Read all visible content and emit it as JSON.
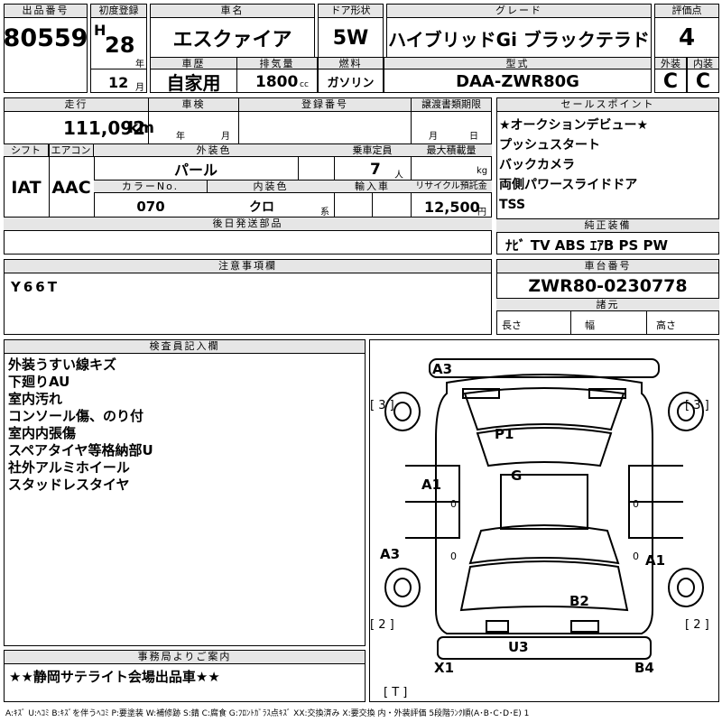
{
  "header": {
    "lot_label": "出品番号",
    "lot": "80559",
    "first_reg_label": "初度登録",
    "era": "H",
    "year": "28",
    "year_unit": "年",
    "month": "12",
    "month_unit": "月",
    "car_name_label": "車名",
    "car_name": "エスクァイア",
    "door_label": "ドア形状",
    "door": "5W",
    "grade_label": "グレード",
    "grade": "ハイブリッドGi ブラックテラド",
    "score_label": "評価点",
    "score": "4",
    "history_label": "車歴",
    "history": "自家用",
    "disp_label": "排気量",
    "disp": "1800",
    "disp_unit": "cc",
    "fuel_label": "燃料",
    "fuel": "ガソリン",
    "model_label": "型式",
    "model": "DAA-ZWR80G",
    "ext_label": "外装",
    "ext": "C",
    "int_label": "内装",
    "int": "C"
  },
  "row2": {
    "mileage_label": "走行",
    "mileage": "111,092",
    "mileage_unit": "km",
    "inspection_label": "車検",
    "insp_y": "年",
    "insp_m": "月",
    "reg_label": "登録番号",
    "doc_label": "譲渡書類期限",
    "doc_m": "月",
    "doc_d": "日",
    "shift_label": "シフト",
    "shift": "IAT",
    "ac_label": "エアコン",
    "ac": "AAC",
    "color_label": "外装色",
    "color": "パール",
    "capacity_label": "乗車定員",
    "capacity": "7",
    "capacity_unit": "人",
    "load_label": "最大積載量",
    "load_unit": "kg",
    "colorno_label": "カラーNo.",
    "colorno": "070",
    "intcolor_label": "内装色",
    "intcolor": "クロ",
    "intcolor_unit": "系",
    "import_label": "輸入車",
    "recycle_label": "リサイクル預託金",
    "recycle": "12,500",
    "recycle_unit": "円",
    "later_label": "後日発送部品"
  },
  "sales": {
    "label": "セールスポイント",
    "items": [
      "★オークションデビュー★",
      "プッシュスタート",
      "バックカメラ",
      "両側パワースライドドア",
      "TSS"
    ]
  },
  "equip": {
    "label": "純正装備",
    "value": "ﾅﾋﾞ TV ABS ｴｱB PS PW"
  },
  "notes": {
    "label": "注意事項欄",
    "value": "Y66T"
  },
  "chassis": {
    "label": "車台番号",
    "value": "ZWR80-0230778",
    "spec_label": "諸元",
    "len": "長さ",
    "wid": "幅",
    "hei": "高さ"
  },
  "inspector": {
    "label": "検査員記入欄",
    "items": [
      "外装うすい線キズ",
      "下廻りAU",
      "室内汚れ",
      "コンソール傷、のり付",
      "室内内張傷",
      "スペアタイヤ等格納部U",
      "社外アルミホイール",
      "スタッドレスタイヤ"
    ]
  },
  "office": {
    "label": "事務局よりご案内",
    "value": "★★静岡サテライト会場出品車★★"
  },
  "diagram": {
    "marks": [
      "A3",
      "P1",
      "G",
      "A1",
      "A3",
      "A1",
      "B2",
      "U3",
      "X1",
      "B4"
    ],
    "tire_fl": "[ 3 ]",
    "tire_fr": "[ 3 ]",
    "tire_rl": "[ 2 ]",
    "tire_rr": "[ 2 ]",
    "tire_t": "[ T ]",
    "zero": "0"
  },
  "legend": "A:ｷｽﾞ U:ﾍｺﾐ B:ｷｽﾞを伴うﾍｺﾐ P:要塗装 W:補修跡 S:錆 C:腐食 G:ﾌﾛﾝﾄｶﾞﾗｽ点ｷｽﾞ XX:交換済み X:要交換 内・外装評価 5段階ﾗﾝｸ順(A･B･C･D･E) 1"
}
